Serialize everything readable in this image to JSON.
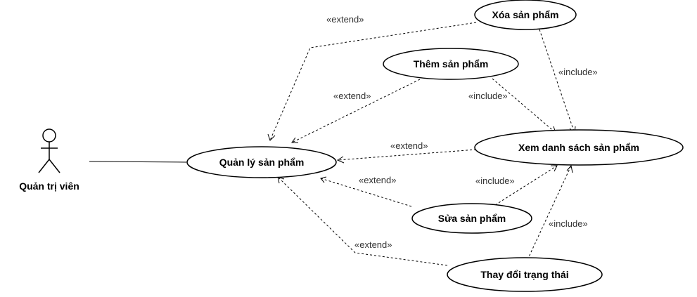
{
  "actor": {
    "name": "Quản trị viên"
  },
  "use_cases": {
    "manage": "Quản lý sản phẩm",
    "delete": "Xóa sản phẩm",
    "add": "Thêm sản phẩm",
    "view_list": "Xem danh sách sản phẩm",
    "edit": "Sửa sản phẩm",
    "change_status": "Thay đổi trạng thái"
  },
  "relations": {
    "extend_label": "«extend»",
    "include_label": "«include»"
  }
}
